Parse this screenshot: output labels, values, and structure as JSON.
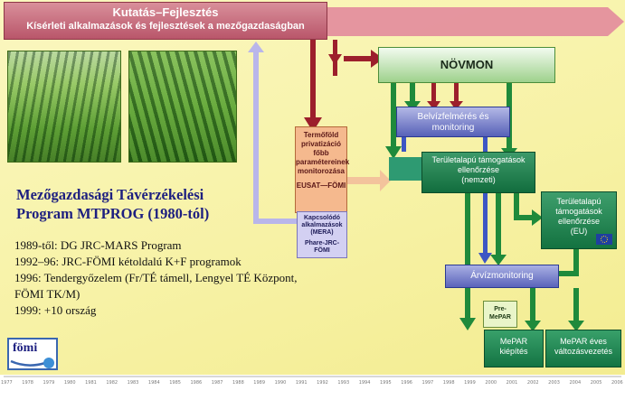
{
  "top_bar": {
    "line1": "Kutatás–Fejlesztés",
    "line2": "Kísérleti alkalmazások és fejlesztések a mezőgazdaságban"
  },
  "program": {
    "title_line1": "Mezőgazdasági Távérzékelési",
    "title_line2": "Program MTPROG (1980-tól)"
  },
  "history": [
    "1989-től: DG JRC-MARS Program",
    "1992–96: JRC-FÖMI kétoldalú K+F programok",
    "1996: Tendergyőzelem (Fr/TÉ támell, Lengyel TÉ Központ,",
    "FÖMI TK/M)",
    "1999: +10 ország"
  ],
  "logo": "fömi",
  "boxes": {
    "novmon": "NÖVMON",
    "belviz": [
      "Belvízfelmérés és",
      "monitoring"
    ],
    "terulet_nemzeti": [
      "Területalapú támogatások",
      "ellenőrzése",
      "(nemzeti)"
    ],
    "termofold": [
      "Termőföld",
      "privatizáció",
      "főbb",
      "paramétereinek",
      "monitorozása",
      "EUSAT—FÖMI"
    ],
    "kapcsolodo": [
      "Kapcsolódó",
      "alkalmazások",
      "(MERA)",
      "Phare-JRC-FÖMI"
    ],
    "terulet_eu": [
      "Területalapú",
      "támogatások",
      "ellenőrzése",
      "(EU)"
    ],
    "arviz": "Árvízmonitoring",
    "pre_mepar": [
      "Pre-",
      "MePAR"
    ],
    "mepar_kiepites": [
      "MePAR",
      "kiépítés"
    ],
    "mepar_valtozas": [
      "MePAR éves",
      "változásvezetés"
    ]
  },
  "colors": {
    "background": "#f7f2a6",
    "rd_bar": "#b9566a",
    "red_arrow": "#9c1f2c",
    "green_arrow": "#1f8a3b",
    "blue_arrow": "#3d56c4",
    "pink_arrow": "#e87a8e"
  },
  "years": [
    "1977",
    "1978",
    "1979",
    "1980",
    "1981",
    "1982",
    "1983",
    "1984",
    "1985",
    "1986",
    "1987",
    "1988",
    "1989",
    "1990",
    "1991",
    "1992",
    "1993",
    "1994",
    "1995",
    "1996",
    "1997",
    "1998",
    "1999",
    "2000",
    "2001",
    "2002",
    "2003",
    "2004",
    "2005",
    "2006"
  ]
}
